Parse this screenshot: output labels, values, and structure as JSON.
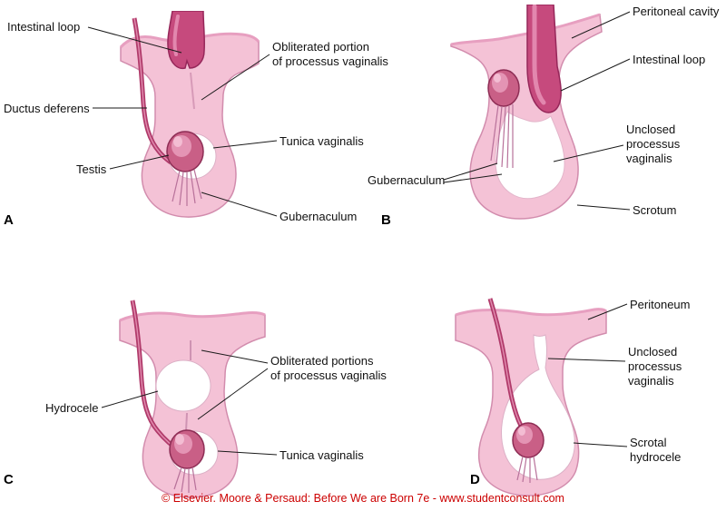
{
  "figure": {
    "caption": "© Elsevier. Moore & Persaud: Before We are Born 7e - www.studentconsult.com"
  },
  "panels": {
    "a": {
      "letter": "A",
      "labels": {
        "intestinal_loop": "Intestinal loop",
        "obliterated_portion": "Obliterated portion\nof processus vaginalis",
        "ductus_deferens": "Ductus deferens",
        "tunica_vaginalis": "Tunica vaginalis",
        "testis": "Testis",
        "gubernaculum": "Gubernaculum"
      }
    },
    "b": {
      "letter": "B",
      "labels": {
        "peritoneal_cavity": "Peritoneal cavity",
        "intestinal_loop": "Intestinal loop",
        "unclosed_processus": "Unclosed\nprocessus\nvaginalis",
        "scrotum": "Scrotum",
        "gubernaculum": "Gubernaculum"
      }
    },
    "c": {
      "letter": "C",
      "labels": {
        "hydrocele": "Hydrocele",
        "obliterated_portions": "Obliterated portions\nof processus vaginalis",
        "tunica_vaginalis": "Tunica vaginalis"
      }
    },
    "d": {
      "letter": "D",
      "labels": {
        "peritoneum": "Peritoneum",
        "unclosed_processus": "Unclosed\nprocessus\nvaginalis",
        "scrotal_hydrocele": "Scrotal\nhydrocele"
      }
    }
  },
  "colors": {
    "body_pink": "#f4c2d6",
    "body_outline": "#d28cad",
    "intestine_magenta": "#c64a7d",
    "intestine_outline": "#96275a",
    "ductus_deferens": "#b03a6a",
    "testis": "#c95f86",
    "testis_highlight": "#e494b4",
    "cavity_white": "#ffffff",
    "caption_red": "#cc0000",
    "label_text": "#111111"
  }
}
